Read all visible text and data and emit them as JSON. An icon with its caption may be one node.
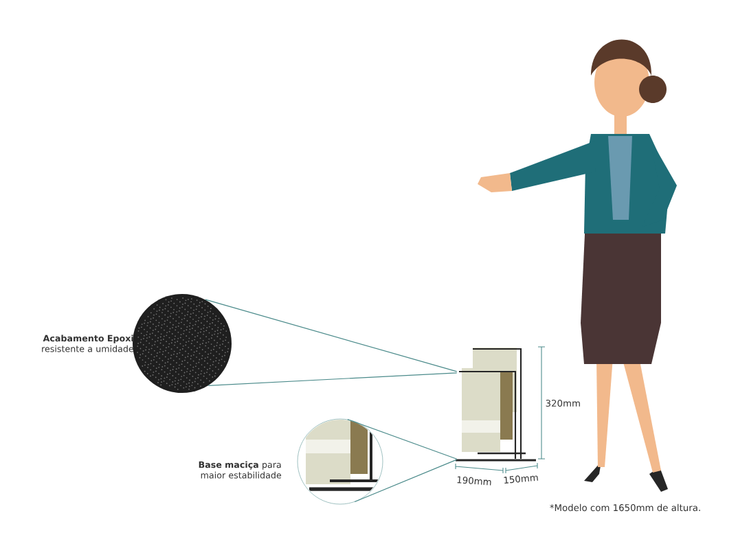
{
  "diagram": {
    "nodes": [
      {
        "text": [],
        "shape": "picture",
        "beside": [
          "**Acabamento Epoxi** resistente a umidade"
        ]
      },
      {
        "text": [],
        "shape": "picture",
        "beside": [
          "**Base maciça** para maior estabilidade"
        ]
      },
      {
        "text": [],
        "shape": "picture"
      }
    ],
    "edges": [
      {
        "from": 0,
        "to": 2,
        "arrow": "none"
      },
      {
        "from": 0,
        "to": 2,
        "arrow": "none"
      },
      {
        "from": 1,
        "to": 2,
        "arrow": "none"
      },
      {
        "from": 1,
        "to": 2,
        "arrow": "none"
      }
    ],
    "labels": [
      "320mm",
      "190mm",
      "150mm",
      "*Modelo com 1650mm de altura."
    ]
  }
}
